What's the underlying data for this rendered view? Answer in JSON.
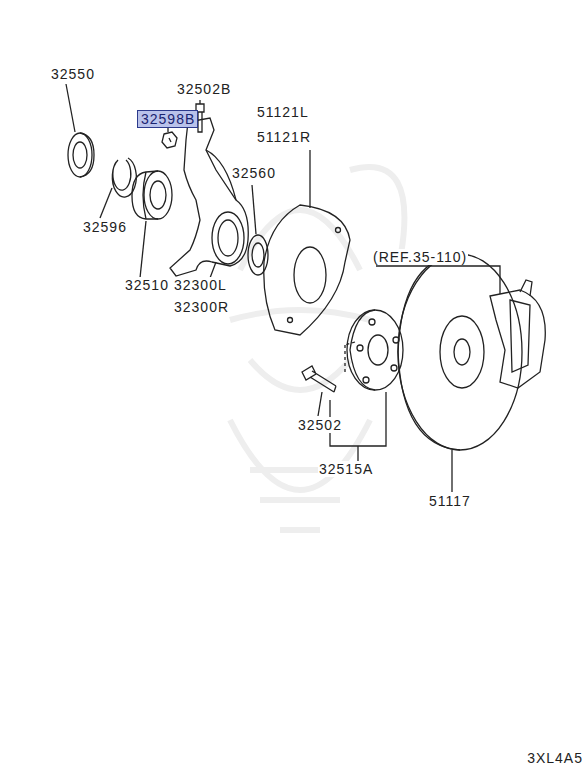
{
  "diagram": {
    "nodes": [
      {
        "text": [
          "32598B"
        ]
      }
    ],
    "labels": [
      "32550",
      "32502B",
      "51121L",
      "51121R",
      "32560",
      "32596",
      "32510",
      "32300L",
      "32300R",
      "(REF.35-110)",
      "32502",
      "32515A",
      "51117",
      "3XL4A5"
    ]
  }
}
